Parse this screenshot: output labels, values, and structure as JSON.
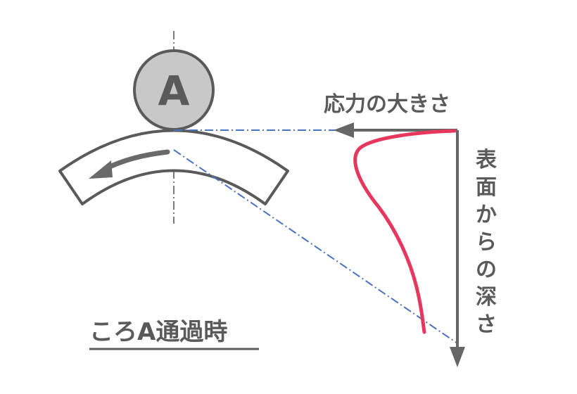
{
  "diagram": {
    "roller_label": "A",
    "stress_axis_label": "応力の大きさ",
    "depth_axis_label": [
      "表",
      "面",
      "か",
      "ら",
      "の",
      "深",
      "さ"
    ],
    "caption": "ころA通過時"
  },
  "colors": {
    "outline": "#5a5a5a",
    "roller_fill": "#c8c8c8",
    "stress_curve": "#e8375e",
    "guide_lines": "#4a72c0",
    "axis": "#666666"
  }
}
